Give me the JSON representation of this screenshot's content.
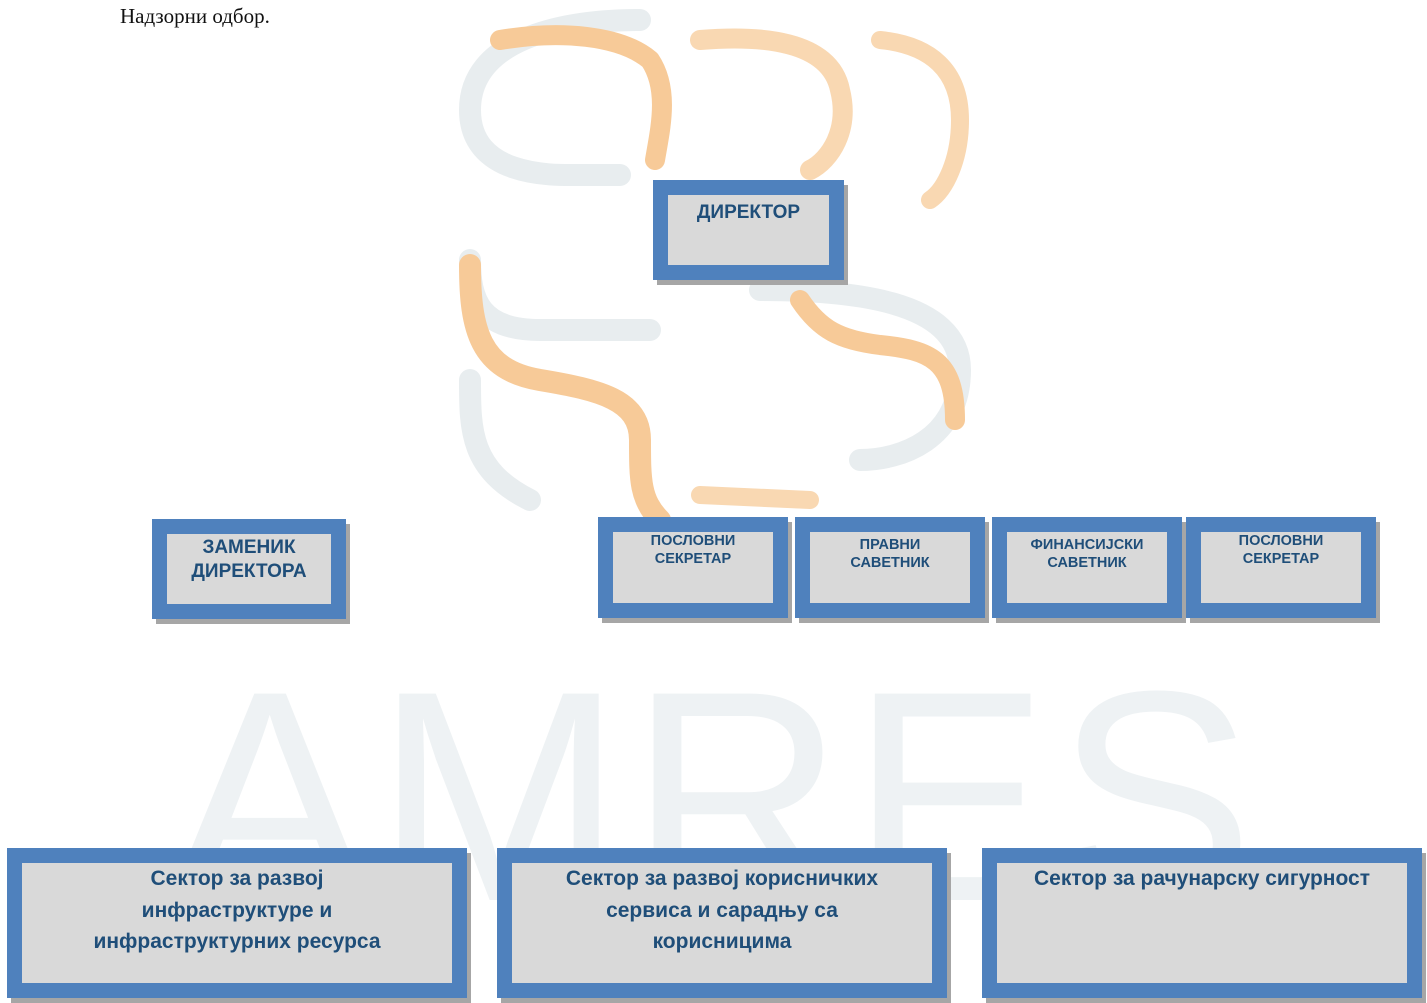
{
  "intro_text": "Надзорни одбор.",
  "watermark": {
    "text": "AMRES",
    "colors": {
      "orange": "#f7ca98",
      "gray": "#e7ecee",
      "letters": "#eef2f4"
    }
  },
  "colors": {
    "box_border": "#4f81bd",
    "box_fill": "#d9d9d9",
    "box_text": "#1f4e79",
    "shadow": "#a6a6a6"
  },
  "org_chart": {
    "director": "ДИРЕКТОР",
    "deputy": {
      "line1": "ЗАМЕНИК",
      "line2": "ДИРЕКТОРА"
    },
    "staff": [
      {
        "line1": "ПОСЛОВНИ",
        "line2": "СЕКРЕТАР"
      },
      {
        "line1": "ПРАВНИ",
        "line2": "САВЕТНИК"
      },
      {
        "line1": "ФИНАНСИЈСКИ",
        "line2": "САВЕТНИК"
      },
      {
        "line1": "ПОСЛОВНИ",
        "line2": "СЕКРЕТАР"
      }
    ],
    "sectors": [
      {
        "line1": "Сектор за развој",
        "line2": "инфраструктуре и",
        "line3": "инфраструктурних ресурса"
      },
      {
        "line1": "Сектор за развој корисничких",
        "line2": "сервиса и сарадњу са",
        "line3": "корисницима"
      },
      {
        "line1": "Сектор за рачунарску сигурност"
      }
    ]
  }
}
